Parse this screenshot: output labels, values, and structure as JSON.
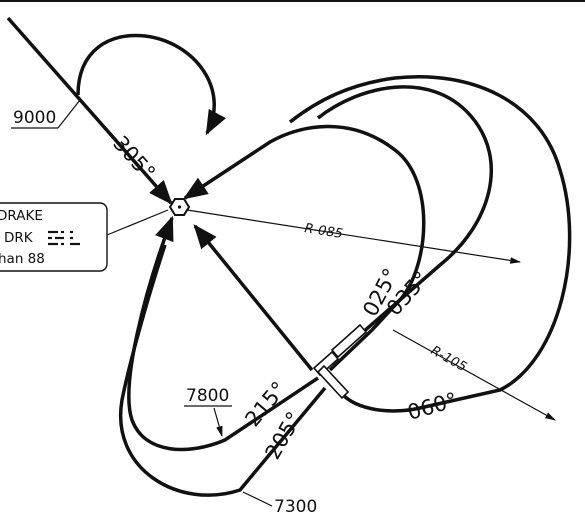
{
  "page": {
    "colors": {
      "ink": "#111111",
      "background": "#ffffff"
    }
  },
  "navaid": {
    "name": "DRAKE",
    "ident": "DRK",
    "frequency": "han 88",
    "icon": "vortac-hexagon-icon",
    "morse_icon": "morse-code-icon"
  },
  "headings": {
    "inbound_nw": "305°",
    "departure_025": "025°",
    "departure_035": "035°",
    "departure_060": "060°",
    "departure_215": "215°",
    "departure_205": "205°"
  },
  "radials": {
    "r085": "R-085",
    "r105": "R-105"
  },
  "altitudes": {
    "a9000": "9000",
    "a7800": "7800",
    "a7300": "7300"
  }
}
